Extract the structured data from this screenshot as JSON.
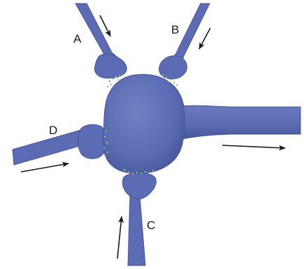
{
  "labels": {
    "a": "A",
    "b": "B",
    "c": "C",
    "d": "D"
  },
  "colors": {
    "neuron_fill": "#5b6cb4",
    "neuron_shade": "#46559b",
    "neuron_highlight": "#7180c4",
    "synapse_dots": "#8fc36a",
    "arrow": "#1a1a1a",
    "background": "#ffffff"
  },
  "arrows": {
    "a": "toward-cell-body",
    "b": "toward-cell-body",
    "c": "toward-cell-body",
    "d": "toward-cell-body",
    "axon": "away-from-cell-body"
  }
}
